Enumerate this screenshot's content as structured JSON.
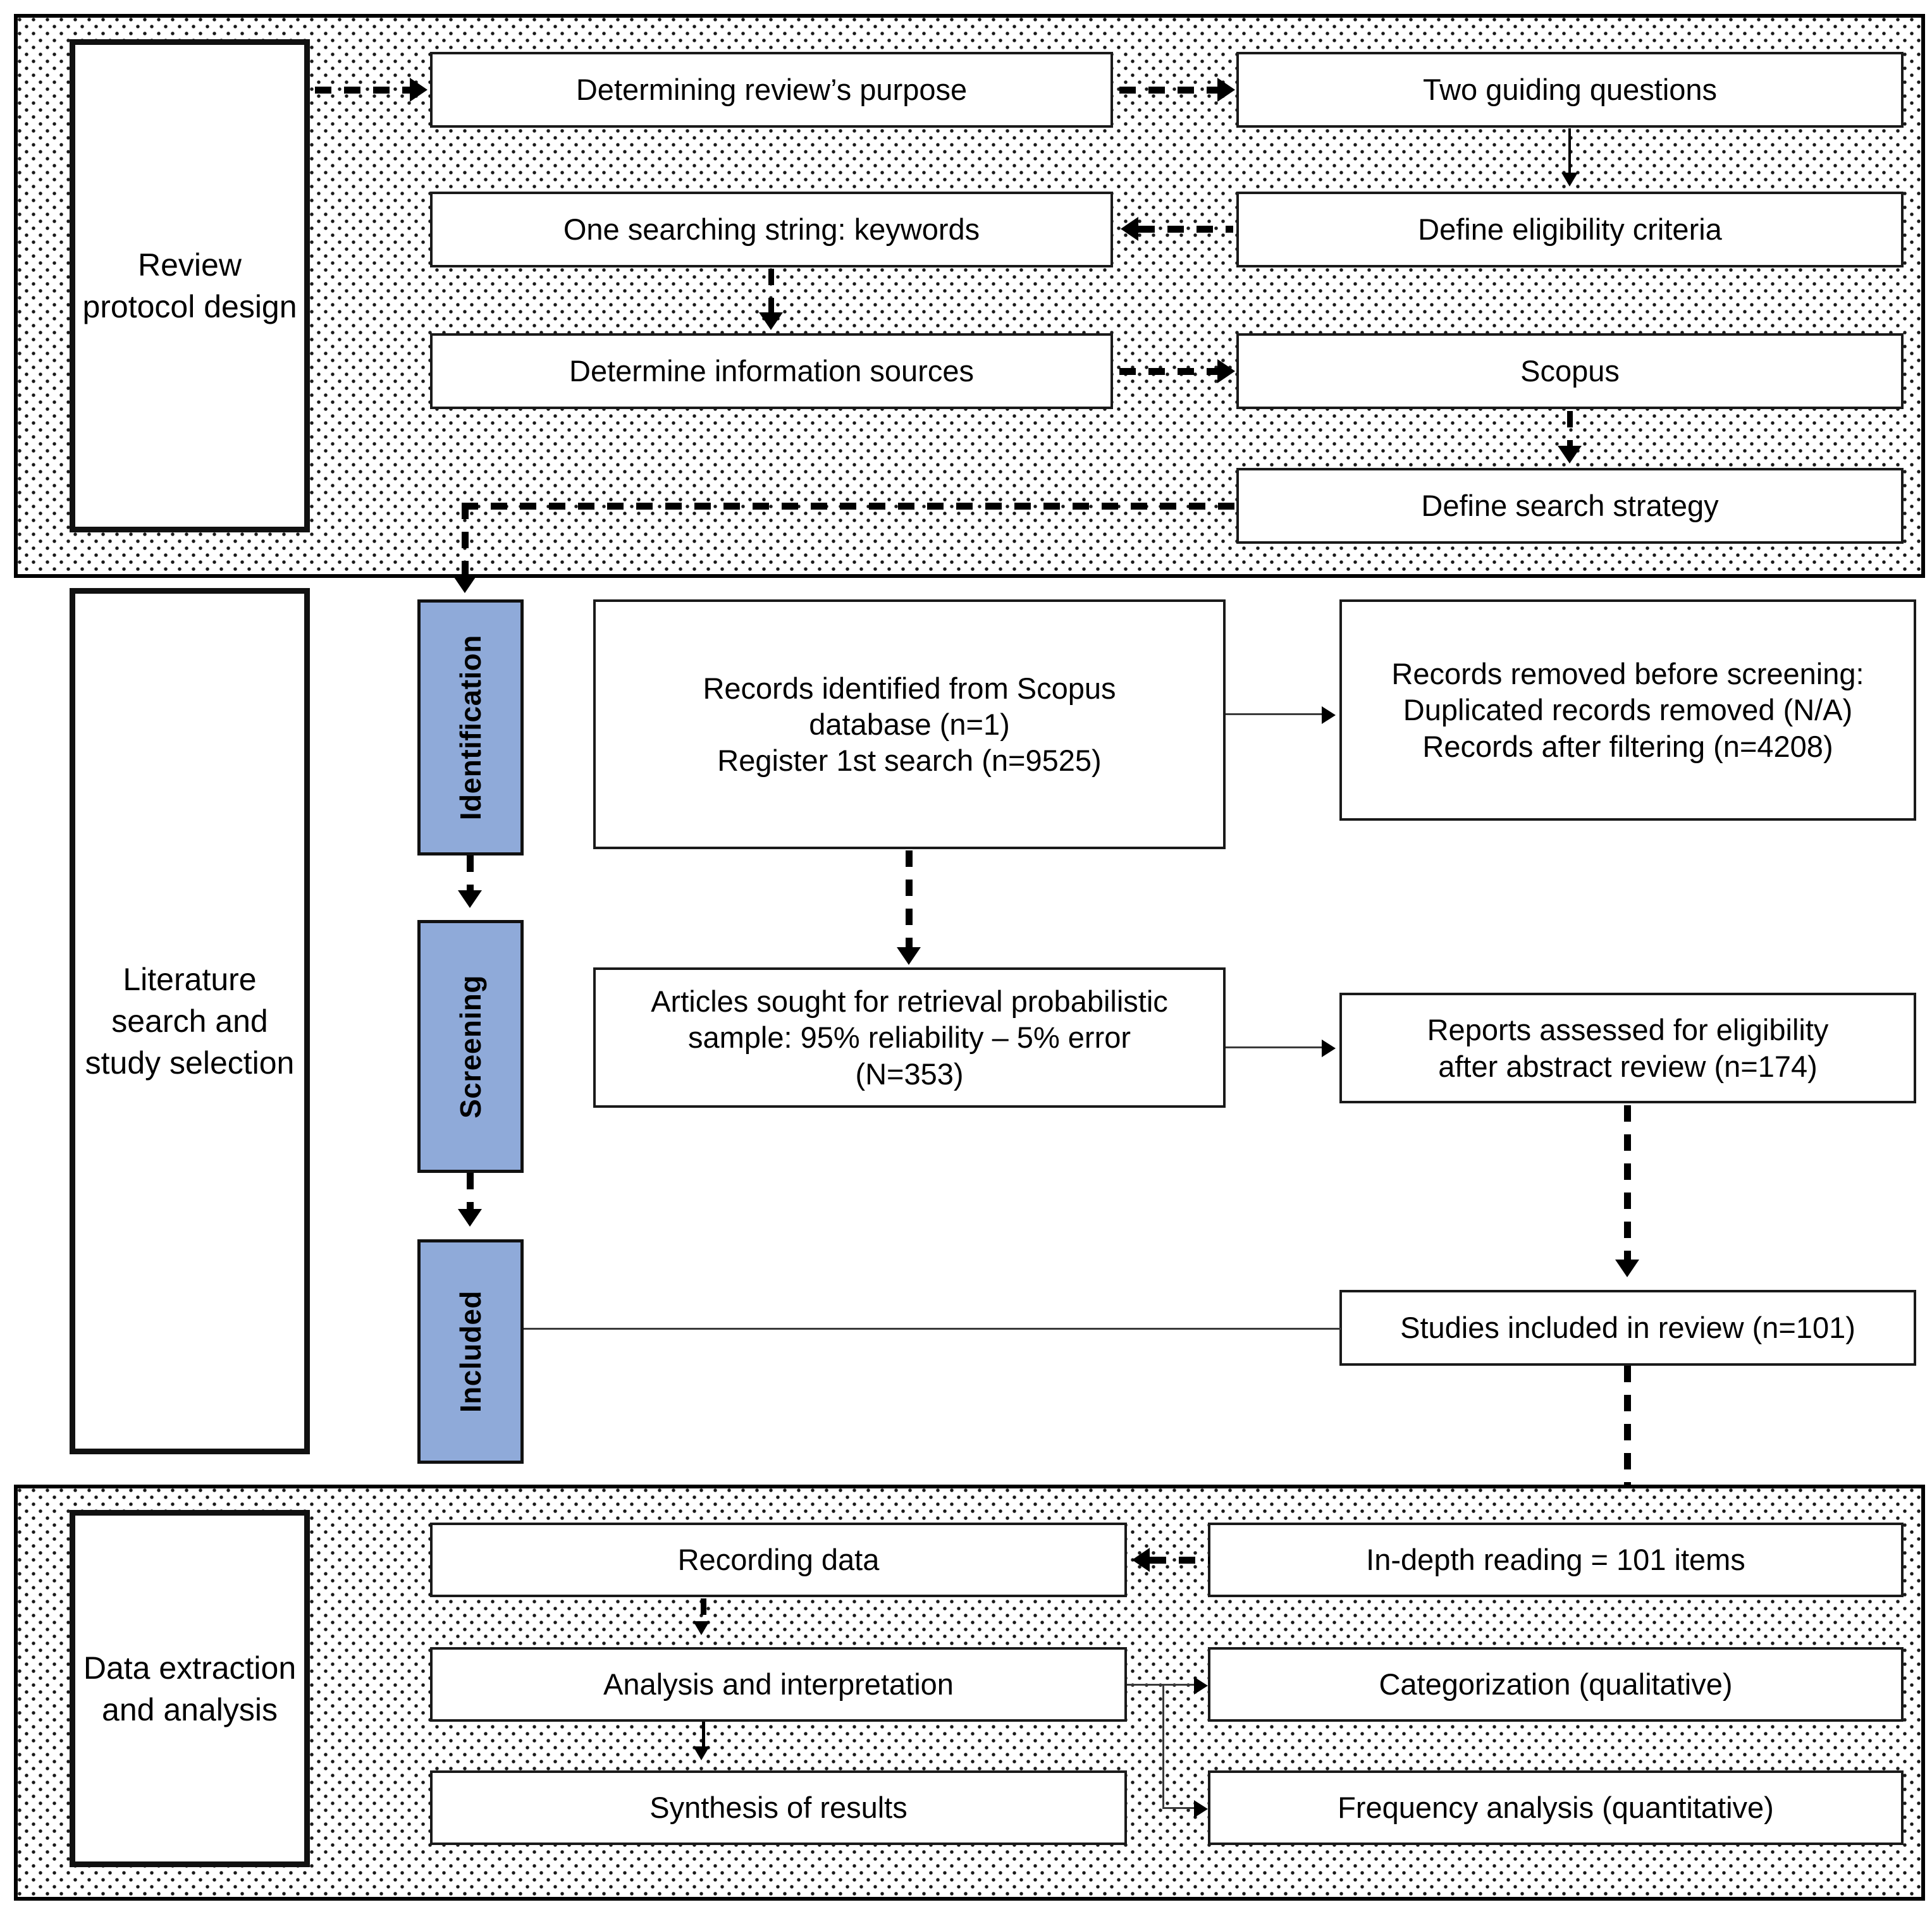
{
  "diagram": {
    "title": "Systematic literature review protocol and PRISMA flow",
    "colors": {
      "stage_band_blue": "#8FAAD9",
      "line_black": "#000000",
      "panel_fill_dotted": "#FFFFFF",
      "box_fill": "#FFFFFF"
    }
  },
  "sections": {
    "protocol": {
      "label": "Review protocol design",
      "boxes": {
        "determining_purpose": "Determining review’s purpose",
        "two_guiding_questions": "Two guiding questions",
        "one_searching_string": "One searching string: keywords",
        "define_eligibility": "Define eligibility criteria",
        "determine_sources": "Determine information sources",
        "scopus": "Scopus",
        "define_search_strategy": "Define search strategy"
      }
    },
    "search": {
      "label": "Literature search and study selection",
      "bands": {
        "identification": "Identification",
        "screening": "Screening",
        "included": "Included"
      },
      "boxes": {
        "records_identified": {
          "line1": "Records identified from Scopus",
          "line2": "database (n=1)",
          "line3": "Register 1st search (n=9525)"
        },
        "records_removed": {
          "line1": "Records removed before screening:",
          "line2": "Duplicated records removed (N/A)",
          "line3": "Records after filtering (n=4208)"
        },
        "articles_sought": {
          "line1": "Articles sought for retrieval probabilistic",
          "line2": "sample: 95% reliability – 5% error",
          "line3": "(N=353)"
        },
        "reports_assessed": {
          "line1": "Reports assessed for eligibility",
          "line2": "after abstract review (n=174)"
        },
        "studies_included": "Studies included in review (n=101)"
      }
    },
    "extraction": {
      "label": "Data extraction and analysis",
      "boxes": {
        "recording_data": "Recording data",
        "in_depth_reading": "In-depth reading = 101 items",
        "analysis_interpretation": "Analysis and interpretation",
        "categorization": "Categorization (qualitative)",
        "synthesis": "Synthesis of results",
        "frequency_analysis": "Frequency analysis (quantitative)"
      }
    }
  }
}
